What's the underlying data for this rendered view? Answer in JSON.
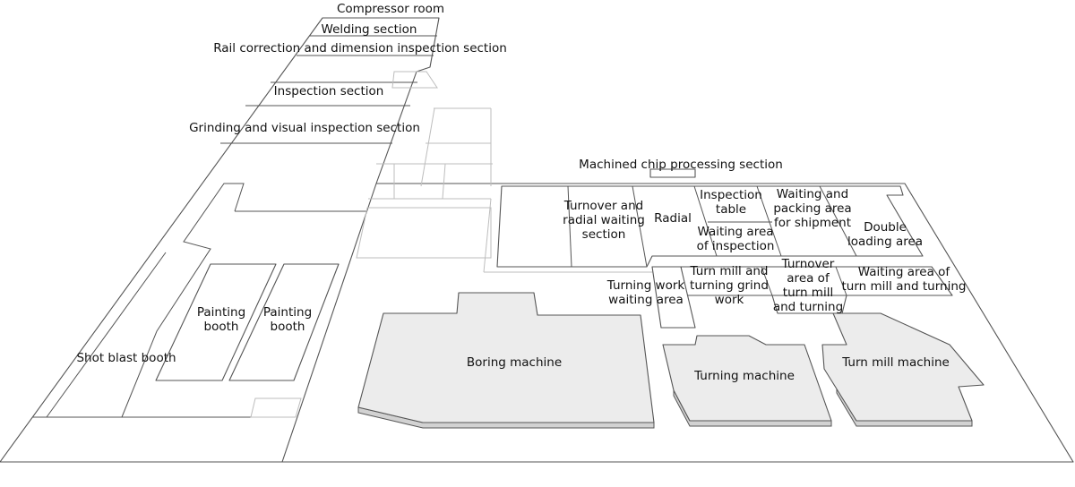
{
  "areas": {
    "compressor_room": "Compressor room",
    "welding_section": "Welding section",
    "rail_correction": "Rail correction and dimension inspection section",
    "inspection_section": "Inspection section",
    "grinding_visual": "Grinding and visual inspection section",
    "chip_processing": "Machined chip processing section",
    "turnover_radial_waiting": "Turnover and\nradial waiting\nsection",
    "radial": "Radial",
    "inspection_table": "Inspection\ntable",
    "waiting_packing": "Waiting and\npacking area\nfor shipment",
    "double_loading": "Double\nloading area",
    "waiting_inspection": "Waiting area\nof inspection",
    "turning_work_waiting": "Turning work\nwaiting area",
    "turn_mill_grind": "Turn mill and\nturning grind\nwork",
    "turnover_turn_mill": "Turnover\narea of\nturn mill\nand turning",
    "waiting_turn_mill": "Waiting area of\nturn mill and turning",
    "painting_booth_1": "Painting\nbooth",
    "painting_booth_2": "Painting\nbooth",
    "shot_blast": "Shot blast booth"
  },
  "machines": {
    "boring": "Boring machine",
    "turning": "Turning machine",
    "turn_mill": "Turn mill machine"
  },
  "colors": {
    "machine_fill": "#ececec",
    "outline": "#555555"
  }
}
